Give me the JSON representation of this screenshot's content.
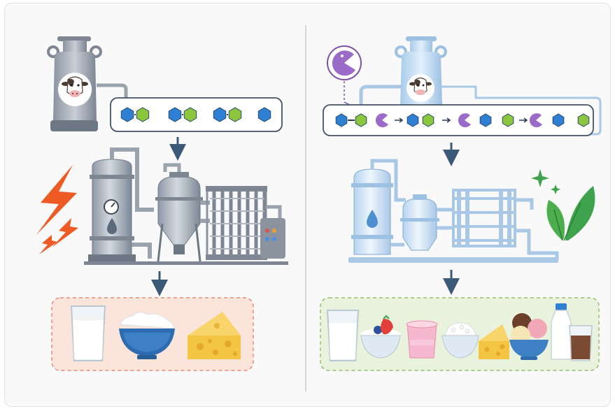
{
  "panels": [
    {
      "id": "conventional",
      "molecule_groups": [
        [
          "hexagon-blue",
          "hexagon-green"
        ],
        [
          "hexagon-blue",
          "hexagon-green"
        ],
        [
          "hexagon-blue",
          "hexagon-green"
        ],
        [
          "hexagon-blue"
        ]
      ],
      "process_state": "high-energy",
      "products": [
        "milk-glass",
        "yogurt-bowl",
        "cheese-wedge"
      ],
      "tray_color": "#fbe4da"
    },
    {
      "id": "enzymatic",
      "enzyme_icon": "pacman-enzyme-icon",
      "molecule_sequence": [
        "hex-blue",
        "hex-green",
        "enzyme",
        "arrow",
        "hex-blue",
        "hex-green",
        "arrow",
        "enzyme",
        "hex-blue",
        "hex-green",
        "arrow",
        "enzyme",
        "hex-blue",
        "hex-green"
      ],
      "process_state": "eco-friendly",
      "products": [
        "milk-glass",
        "berry-yogurt-bowl",
        "pink-yogurt-cup",
        "cottage-cheese-bowl",
        "cheese-wedge",
        "ice-cream-bowl",
        "milk-bottle",
        "chocolate-milk-glass"
      ],
      "tray_color": "#e9f2dc"
    }
  ],
  "colors": {
    "hex_blue": "#2f7fd3",
    "hex_green": "#8cc63f",
    "enzyme_purple": "#9b6bc9",
    "arrow_dark": "#3c5a78",
    "lightning": "#ee5a24",
    "leaf": "#3fa34d"
  }
}
